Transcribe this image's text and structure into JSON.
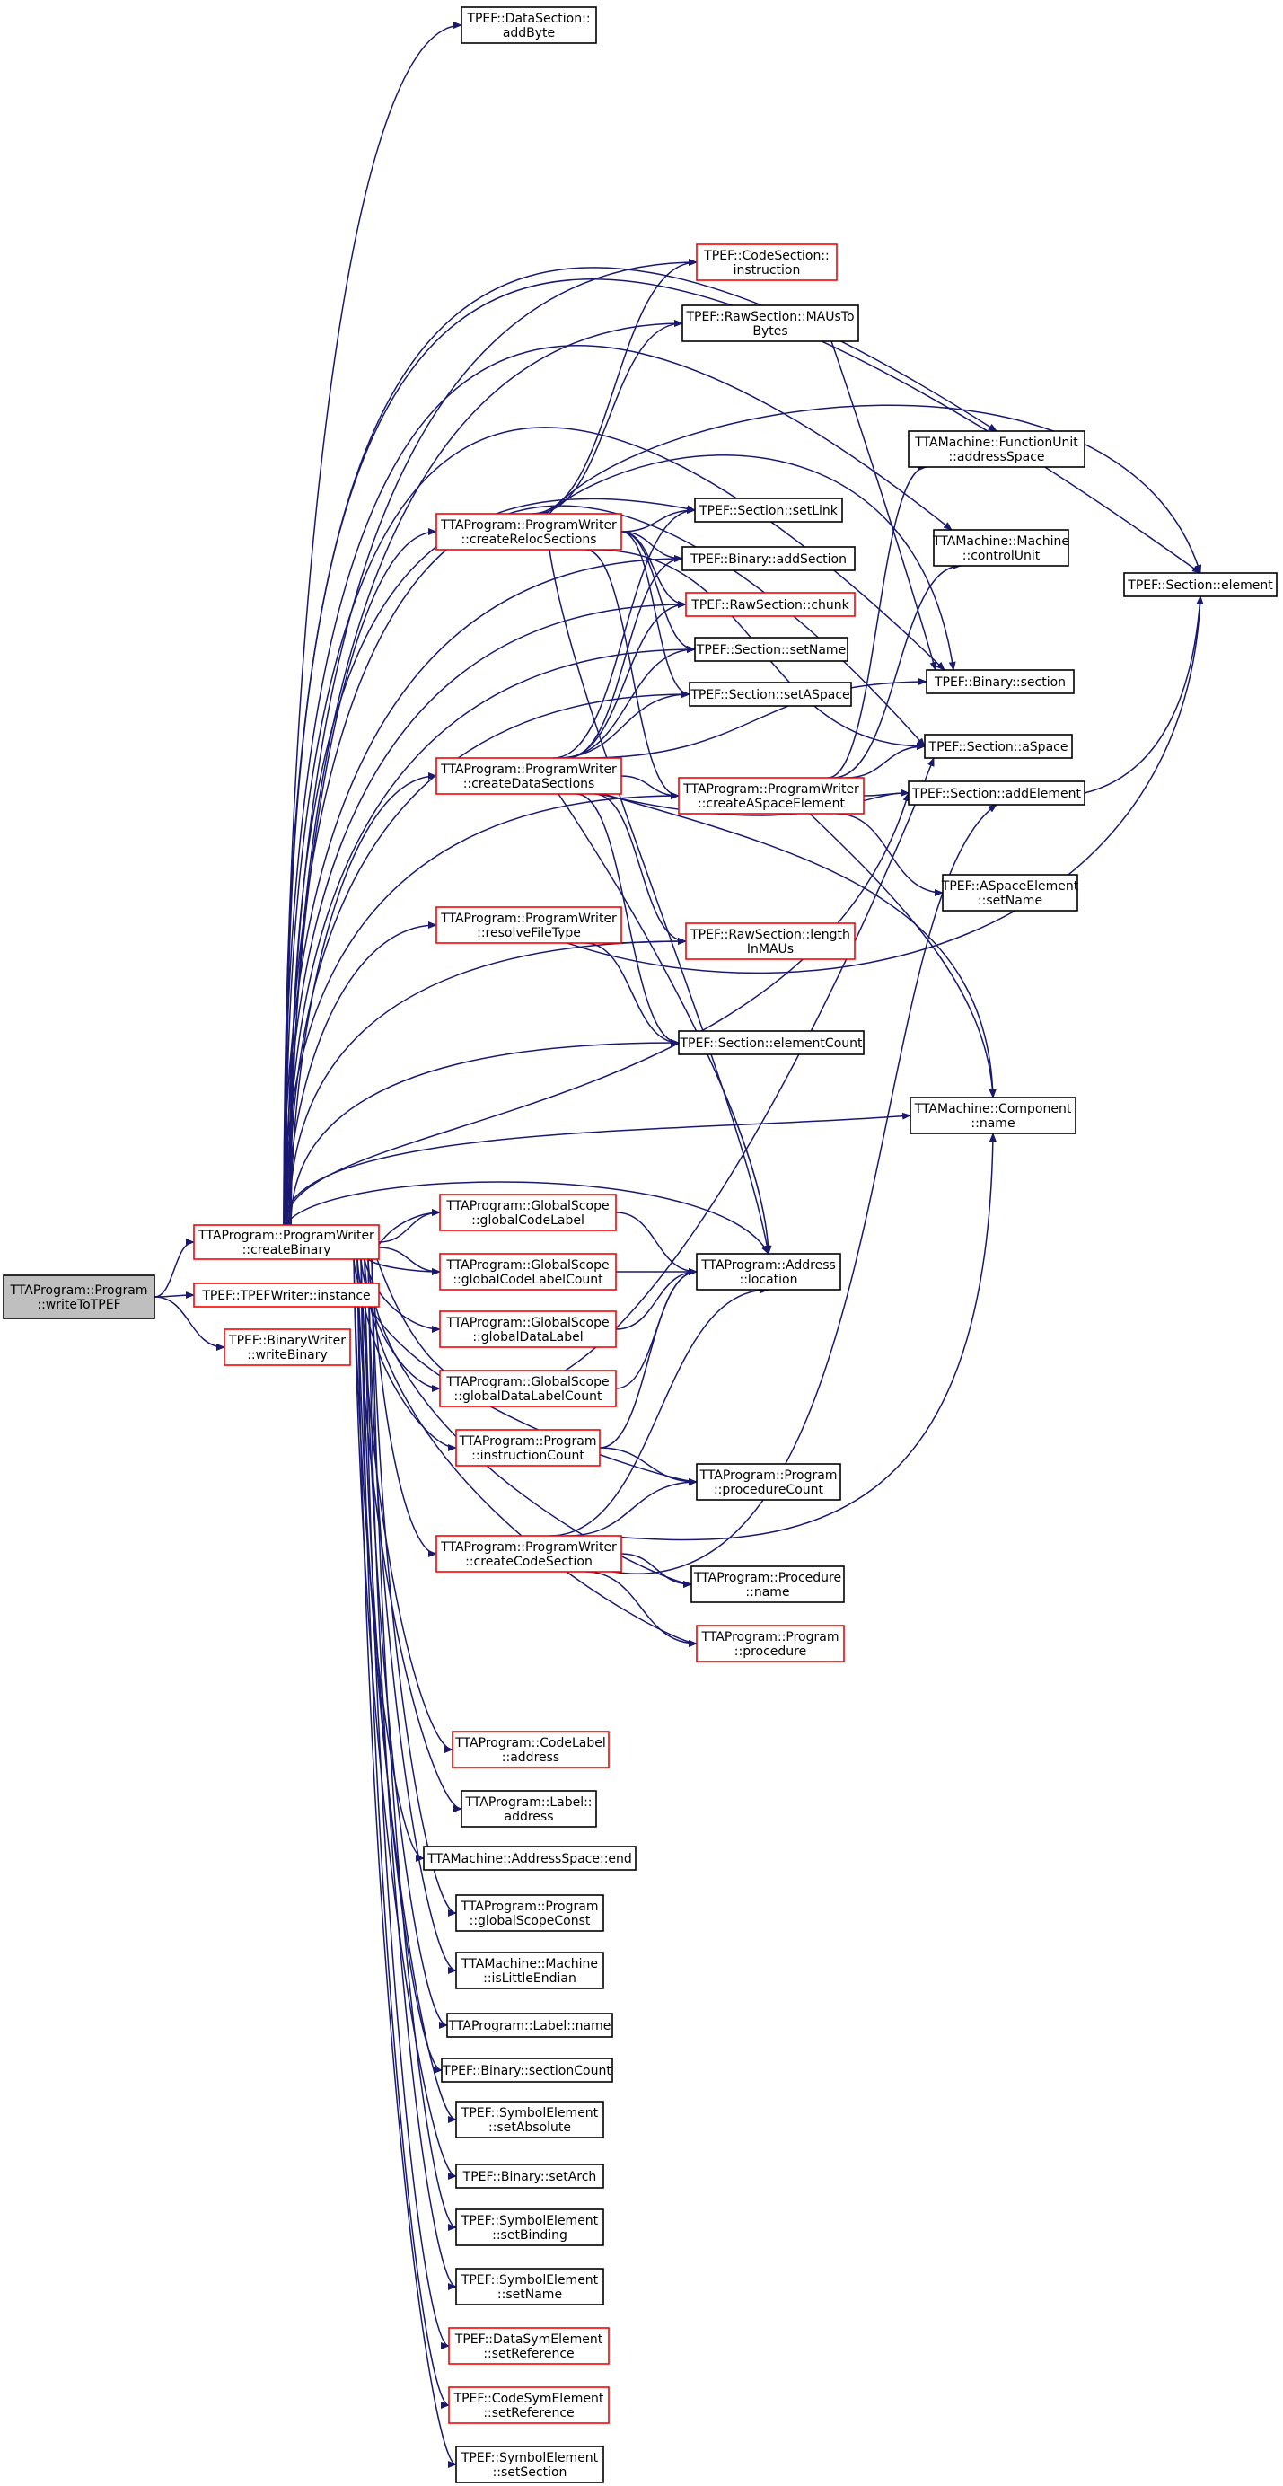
{
  "colors": {
    "edge": "#191970",
    "node_fill": "#ffffff",
    "node_border_default": "#000000",
    "node_border_truncated": "#ff0000",
    "root_fill": "#bfbfbf",
    "text": "#000000"
  },
  "nodes": [
    {
      "id": "writeToTPEF",
      "lines": [
        "TTAProgram::Program",
        "::writeToTPEF"
      ],
      "style": "root"
    },
    {
      "id": "createBinary",
      "lines": [
        "TTAProgram::ProgramWriter",
        "::createBinary"
      ],
      "style": "truncated"
    },
    {
      "id": "tpefInstance",
      "lines": [
        "TPEF::TPEFWriter::instance"
      ],
      "style": "truncated"
    },
    {
      "id": "writeBinary",
      "lines": [
        "TPEF::BinaryWriter",
        "::writeBinary"
      ],
      "style": "truncated"
    },
    {
      "id": "addByte",
      "lines": [
        "TPEF::DataSection::",
        "addByte"
      ],
      "style": "default"
    },
    {
      "id": "codeInstruction",
      "lines": [
        "TPEF::CodeSection::",
        "instruction"
      ],
      "style": "truncated"
    },
    {
      "id": "mausToBytes",
      "lines": [
        "TPEF::RawSection::MAUsTo",
        "Bytes"
      ],
      "style": "default"
    },
    {
      "id": "fuAddressSpace",
      "lines": [
        "TTAMachine::FunctionUnit",
        "::addressSpace"
      ],
      "style": "default"
    },
    {
      "id": "createRelocSections",
      "lines": [
        "TTAProgram::ProgramWriter",
        "::createRelocSections"
      ],
      "style": "truncated"
    },
    {
      "id": "setLink",
      "lines": [
        "TPEF::Section::setLink"
      ],
      "style": "default"
    },
    {
      "id": "machineControlUnit",
      "lines": [
        "TTAMachine::Machine",
        "::controlUnit"
      ],
      "style": "default"
    },
    {
      "id": "sectionElement",
      "lines": [
        "TPEF::Section::element"
      ],
      "style": "default"
    },
    {
      "id": "addSection",
      "lines": [
        "TPEF::Binary::addSection"
      ],
      "style": "default"
    },
    {
      "id": "rawChunk",
      "lines": [
        "TPEF::RawSection::chunk"
      ],
      "style": "truncated"
    },
    {
      "id": "setName",
      "lines": [
        "TPEF::Section::setName"
      ],
      "style": "default"
    },
    {
      "id": "setASpace",
      "lines": [
        "TPEF::Section::setASpace"
      ],
      "style": "default"
    },
    {
      "id": "binarySection",
      "lines": [
        "TPEF::Binary::section"
      ],
      "style": "default"
    },
    {
      "id": "sectionASpace",
      "lines": [
        "TPEF::Section::aSpace"
      ],
      "style": "default"
    },
    {
      "id": "createDataSections",
      "lines": [
        "TTAProgram::ProgramWriter",
        "::createDataSections"
      ],
      "style": "truncated"
    },
    {
      "id": "createASpaceElement",
      "lines": [
        "TTAProgram::ProgramWriter",
        "::createASpaceElement"
      ],
      "style": "truncated"
    },
    {
      "id": "addElement",
      "lines": [
        "TPEF::Section::addElement"
      ],
      "style": "default"
    },
    {
      "id": "aspaceSetName",
      "lines": [
        "TPEF::ASpaceElement",
        "::setName"
      ],
      "style": "default"
    },
    {
      "id": "resolveFileType",
      "lines": [
        "TTAProgram::ProgramWriter",
        "::resolveFileType"
      ],
      "style": "truncated"
    },
    {
      "id": "lengthInMAUs",
      "lines": [
        "TPEF::RawSection::length",
        "InMAUs"
      ],
      "style": "truncated"
    },
    {
      "id": "elementCount",
      "lines": [
        "TPEF::Section::elementCount"
      ],
      "style": "default"
    },
    {
      "id": "componentName",
      "lines": [
        "TTAMachine::Component",
        "::name"
      ],
      "style": "default"
    },
    {
      "id": "globalCodeLabel",
      "lines": [
        "TTAProgram::GlobalScope",
        "::globalCodeLabel"
      ],
      "style": "truncated"
    },
    {
      "id": "globalCodeLabelCount",
      "lines": [
        "TTAProgram::GlobalScope",
        "::globalCodeLabelCount"
      ],
      "style": "truncated"
    },
    {
      "id": "addressLocation",
      "lines": [
        "TTAProgram::Address",
        "::location"
      ],
      "style": "default"
    },
    {
      "id": "globalDataLabel",
      "lines": [
        "TTAProgram::GlobalScope",
        "::globalDataLabel"
      ],
      "style": "truncated"
    },
    {
      "id": "globalDataLabelCount",
      "lines": [
        "TTAProgram::GlobalScope",
        "::globalDataLabelCount"
      ],
      "style": "truncated"
    },
    {
      "id": "instructionCount",
      "lines": [
        "TTAProgram::Program",
        "::instructionCount"
      ],
      "style": "truncated"
    },
    {
      "id": "procedureCount",
      "lines": [
        "TTAProgram::Program",
        "::procedureCount"
      ],
      "style": "default"
    },
    {
      "id": "createCodeSection",
      "lines": [
        "TTAProgram::ProgramWriter",
        "::createCodeSection"
      ],
      "style": "truncated"
    },
    {
      "id": "procedureName",
      "lines": [
        "TTAProgram::Procedure",
        "::name"
      ],
      "style": "default"
    },
    {
      "id": "programProcedure",
      "lines": [
        "TTAProgram::Program",
        "::procedure"
      ],
      "style": "truncated"
    },
    {
      "id": "codeLabelAddress",
      "lines": [
        "TTAProgram::CodeLabel",
        "::address"
      ],
      "style": "truncated"
    },
    {
      "id": "labelAddress",
      "lines": [
        "TTAProgram::Label::",
        "address"
      ],
      "style": "default"
    },
    {
      "id": "addressSpaceEnd",
      "lines": [
        "TTAMachine::AddressSpace::end"
      ],
      "style": "default"
    },
    {
      "id": "globalScopeConst",
      "lines": [
        "TTAProgram::Program",
        "::globalScopeConst"
      ],
      "style": "default"
    },
    {
      "id": "isLittleEndian",
      "lines": [
        "TTAMachine::Machine",
        "::isLittleEndian"
      ],
      "style": "default"
    },
    {
      "id": "labelName",
      "lines": [
        "TTAProgram::Label::name"
      ],
      "style": "default"
    },
    {
      "id": "sectionCount",
      "lines": [
        "TPEF::Binary::sectionCount"
      ],
      "style": "default"
    },
    {
      "id": "setAbsolute",
      "lines": [
        "TPEF::SymbolElement",
        "::setAbsolute"
      ],
      "style": "default"
    },
    {
      "id": "setArch",
      "lines": [
        "TPEF::Binary::setArch"
      ],
      "style": "default"
    },
    {
      "id": "setBinding",
      "lines": [
        "TPEF::SymbolElement",
        "::setBinding"
      ],
      "style": "default"
    },
    {
      "id": "symbolSetName",
      "lines": [
        "TPEF::SymbolElement",
        "::setName"
      ],
      "style": "default"
    },
    {
      "id": "dataSymSetReference",
      "lines": [
        "TPEF::DataSymElement",
        "::setReference"
      ],
      "style": "truncated"
    },
    {
      "id": "codeSymSetReference",
      "lines": [
        "TPEF::CodeSymElement",
        "::setReference"
      ],
      "style": "truncated"
    },
    {
      "id": "setSection",
      "lines": [
        "TPEF::SymbolElement",
        "::setSection"
      ],
      "style": "default"
    }
  ]
}
